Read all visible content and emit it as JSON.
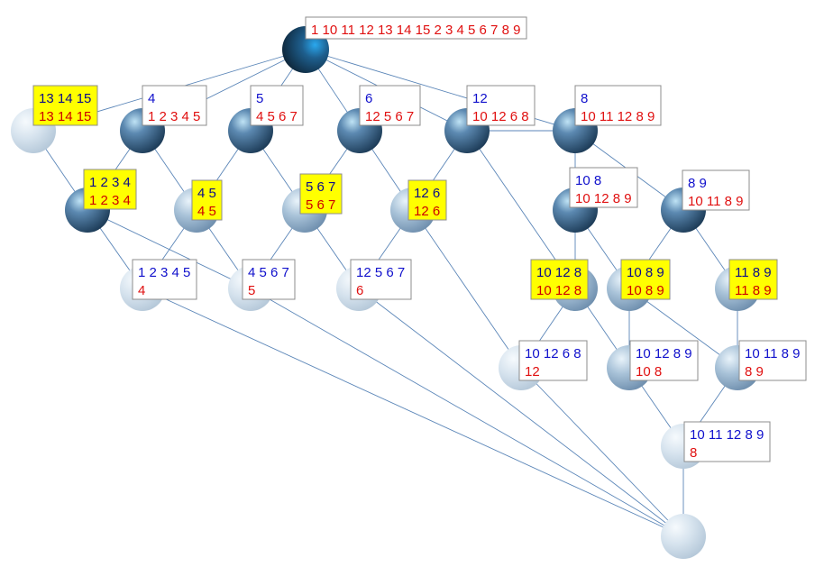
{
  "colors": {
    "background": "#ffffff",
    "edge": "#5b86b8",
    "top_text": "#1010cc",
    "bottom_text": "#e01010",
    "plain_box": "#ffffff",
    "highlight_box": "#ffff00",
    "highlight_top_text": "#0b0b8a",
    "highlight_bottom_text": "#cc0000"
  },
  "lattice": {
    "nodes": [
      {
        "id": "n-top",
        "shade": 0.0,
        "label": {
          "top": "",
          "bottom": "1 10 11 12 13 14 15 2 3 4 5 6 7 8 9",
          "highlight": false
        }
      },
      {
        "id": "n-13-14-15",
        "shade": 0.85,
        "label": {
          "top": "13 14 15",
          "bottom": "13 14 15",
          "highlight": true
        }
      },
      {
        "id": "n-4-a",
        "shade": 0.25,
        "label": {
          "top": "4",
          "bottom": "1 2 3 4 5",
          "highlight": false
        }
      },
      {
        "id": "n-5-a",
        "shade": 0.25,
        "label": {
          "top": "5",
          "bottom": "4 5 6 7",
          "highlight": false
        }
      },
      {
        "id": "n-6-a",
        "shade": 0.25,
        "label": {
          "top": "6",
          "bottom": "12 5 6 7",
          "highlight": false
        }
      },
      {
        "id": "n-12-a",
        "shade": 0.25,
        "label": {
          "top": "12",
          "bottom": "10 12 6 8",
          "highlight": false
        }
      },
      {
        "id": "n-8-a",
        "shade": 0.2,
        "label": {
          "top": "8",
          "bottom": "10 11 12 8 9",
          "highlight": false
        }
      },
      {
        "id": "n-1-2-3-4",
        "shade": 0.15,
        "label": {
          "top": "1 2 3 4",
          "bottom": "1 2 3 4",
          "highlight": true
        }
      },
      {
        "id": "n-4-5",
        "shade": 0.55,
        "label": {
          "top": "4 5",
          "bottom": "4 5",
          "highlight": true
        }
      },
      {
        "id": "n-5-6-7",
        "shade": 0.55,
        "label": {
          "top": "5 6 7",
          "bottom": "5 6 7",
          "highlight": true
        }
      },
      {
        "id": "n-12-6",
        "shade": 0.55,
        "label": {
          "top": "12 6",
          "bottom": "12 6",
          "highlight": true
        }
      },
      {
        "id": "n-10-8",
        "shade": 0.15,
        "label": {
          "top": "10 8",
          "bottom": "10 12 8 9",
          "highlight": false
        }
      },
      {
        "id": "n-8-9",
        "shade": 0.1,
        "label": {
          "top": "8 9",
          "bottom": "10 11 8 9",
          "highlight": false
        }
      },
      {
        "id": "n-1-2-3-4-5",
        "shade": 0.85,
        "label": {
          "top": "1 2 3 4 5",
          "bottom": "4",
          "highlight": false
        }
      },
      {
        "id": "n-4-5-6-7",
        "shade": 0.85,
        "label": {
          "top": "4 5 6 7",
          "bottom": "5",
          "highlight": false
        }
      },
      {
        "id": "n-12-5-6-7",
        "shade": 0.85,
        "label": {
          "top": "12 5 6 7",
          "bottom": "6",
          "highlight": false
        }
      },
      {
        "id": "n-10-12-8",
        "shade": 0.55,
        "label": {
          "top": "10 12 8",
          "bottom": "10 12 8",
          "highlight": true
        }
      },
      {
        "id": "n-10-8-9",
        "shade": 0.55,
        "label": {
          "top": "10 8 9",
          "bottom": "10 8 9",
          "highlight": true
        }
      },
      {
        "id": "n-11-8-9",
        "shade": 0.55,
        "label": {
          "top": "11 8 9",
          "bottom": "11 8 9",
          "highlight": true
        }
      },
      {
        "id": "n-10-12-6-8",
        "shade": 0.85,
        "label": {
          "top": "10 12 6 8",
          "bottom": "12",
          "highlight": false
        }
      },
      {
        "id": "n-10-12-8-9",
        "shade": 0.55,
        "label": {
          "top": "10 12 8 9",
          "bottom": "10 8",
          "highlight": false
        }
      },
      {
        "id": "n-10-11-8-9",
        "shade": 0.55,
        "label": {
          "top": "10 11 8 9",
          "bottom": "8 9",
          "highlight": false
        }
      },
      {
        "id": "n-10-11-12-8-9",
        "shade": 0.85,
        "label": {
          "top": "10 11 12 8 9",
          "bottom": "8",
          "highlight": false
        }
      },
      {
        "id": "n-bottom",
        "shade": 0.9,
        "label": null
      }
    ],
    "edges": [
      [
        "n-top",
        "n-13-14-15"
      ],
      [
        "n-top",
        "n-4-a"
      ],
      [
        "n-top",
        "n-5-a"
      ],
      [
        "n-top",
        "n-6-a"
      ],
      [
        "n-top",
        "n-12-a"
      ],
      [
        "n-top",
        "n-8-a"
      ],
      [
        "n-13-14-15",
        "n-1-2-3-4"
      ],
      [
        "n-4-a",
        "n-1-2-3-4"
      ],
      [
        "n-4-a",
        "n-4-5"
      ],
      [
        "n-5-a",
        "n-4-5"
      ],
      [
        "n-5-a",
        "n-5-6-7"
      ],
      [
        "n-6-a",
        "n-5-6-7"
      ],
      [
        "n-6-a",
        "n-12-6"
      ],
      [
        "n-12-a",
        "n-12-6"
      ],
      [
        "n-12-a",
        "n-10-12-8"
      ],
      [
        "n-12-a",
        "n-8-a"
      ],
      [
        "n-8-a",
        "n-10-8"
      ],
      [
        "n-8-a",
        "n-8-9"
      ],
      [
        "n-1-2-3-4",
        "n-1-2-3-4-5"
      ],
      [
        "n-1-2-3-4",
        "n-4-5-6-7"
      ],
      [
        "n-4-5",
        "n-1-2-3-4-5"
      ],
      [
        "n-4-5",
        "n-4-5-6-7"
      ],
      [
        "n-5-6-7",
        "n-4-5-6-7"
      ],
      [
        "n-5-6-7",
        "n-12-5-6-7"
      ],
      [
        "n-12-6",
        "n-12-5-6-7"
      ],
      [
        "n-12-6",
        "n-10-12-6-8"
      ],
      [
        "n-10-8",
        "n-10-12-8"
      ],
      [
        "n-10-8",
        "n-10-8-9"
      ],
      [
        "n-8-9",
        "n-10-8-9"
      ],
      [
        "n-8-9",
        "n-11-8-9"
      ],
      [
        "n-10-12-8",
        "n-10-12-6-8"
      ],
      [
        "n-10-12-8",
        "n-10-12-8-9"
      ],
      [
        "n-10-8-9",
        "n-10-12-8-9"
      ],
      [
        "n-10-8-9",
        "n-10-11-8-9"
      ],
      [
        "n-11-8-9",
        "n-10-11-8-9"
      ],
      [
        "n-10-12-8-9",
        "n-10-11-12-8-9"
      ],
      [
        "n-10-11-8-9",
        "n-10-11-12-8-9"
      ],
      [
        "n-1-2-3-4-5",
        "n-bottom"
      ],
      [
        "n-4-5-6-7",
        "n-bottom"
      ],
      [
        "n-12-5-6-7",
        "n-bottom"
      ],
      [
        "n-10-12-6-8",
        "n-bottom"
      ],
      [
        "n-10-11-12-8-9",
        "n-bottom"
      ]
    ]
  }
}
